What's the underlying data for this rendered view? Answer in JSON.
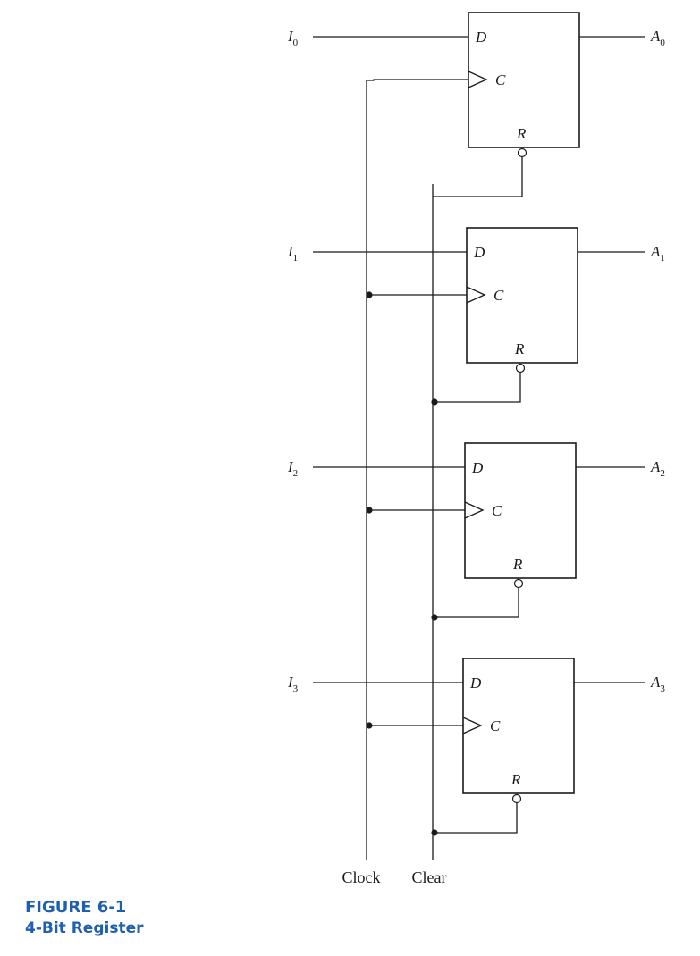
{
  "figure": {
    "number": "FIGURE 6-1",
    "title": "4-Bit Register",
    "caption_color": "#1f5fb0"
  },
  "diagram": {
    "pin_labels": {
      "data": "D",
      "clock": "C",
      "reset": "R"
    },
    "bus_labels": {
      "clock": "Clock",
      "clear": "Clear"
    },
    "flip_flops": [
      {
        "input_main": "I",
        "input_sub": "0",
        "output_main": "A",
        "output_sub": "0"
      },
      {
        "input_main": "I",
        "input_sub": "1",
        "output_main": "A",
        "output_sub": "1"
      },
      {
        "input_main": "I",
        "input_sub": "2",
        "output_main": "A",
        "output_sub": "2"
      },
      {
        "input_main": "I",
        "input_sub": "3",
        "output_main": "A",
        "output_sub": "3"
      }
    ]
  }
}
